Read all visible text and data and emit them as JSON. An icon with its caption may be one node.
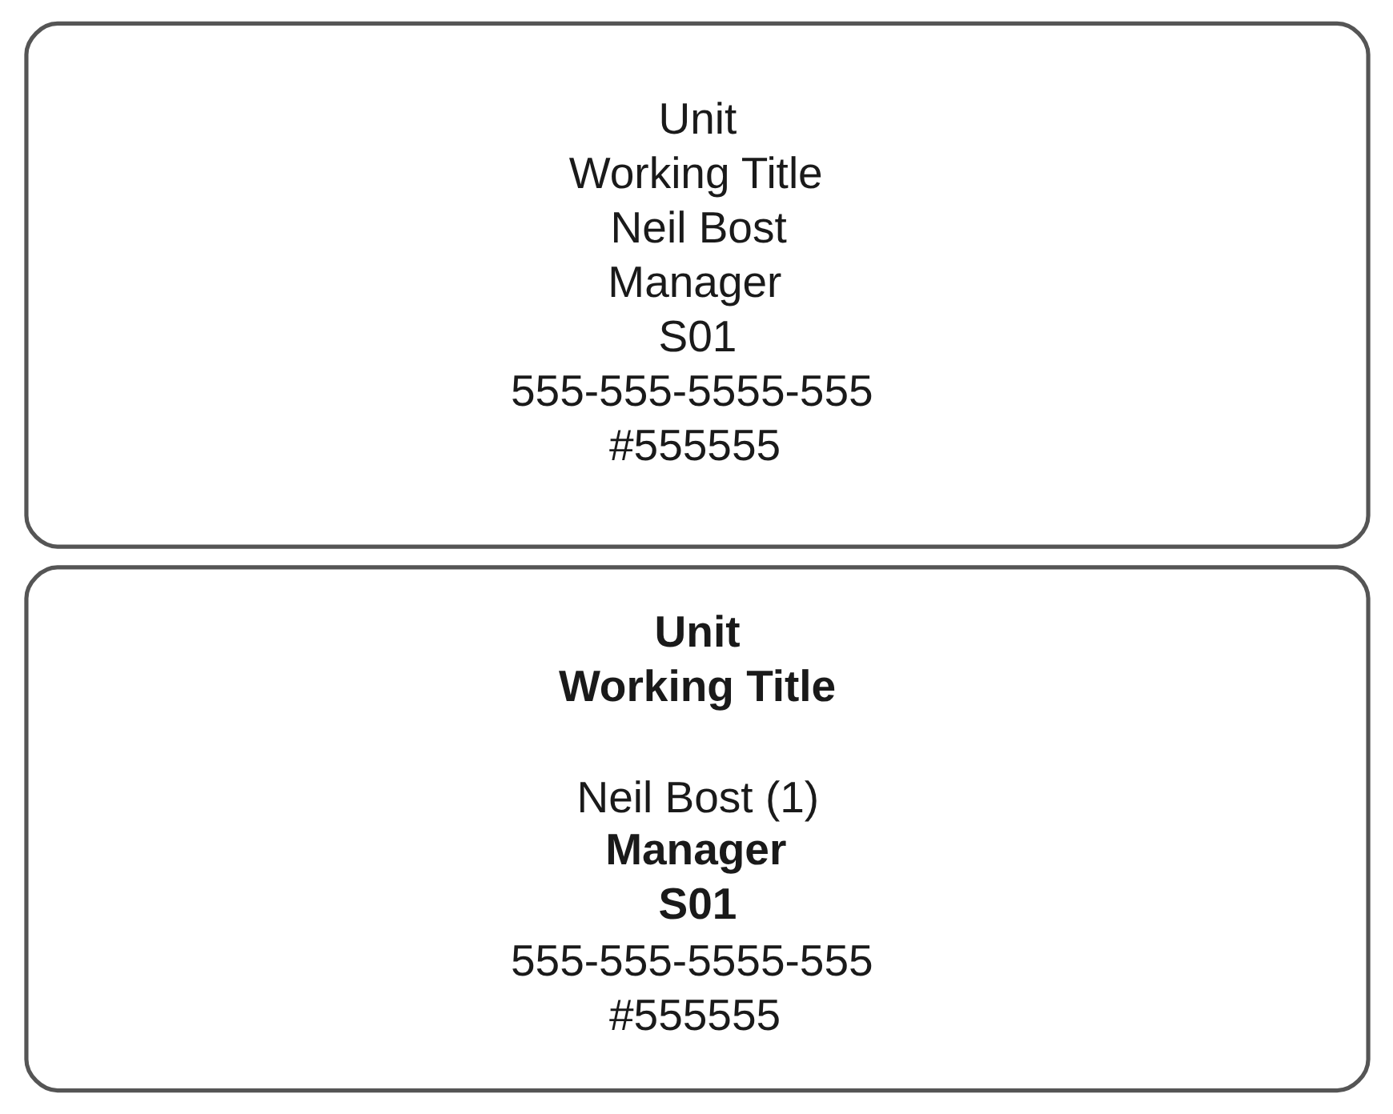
{
  "diagram": {
    "nodes": [
      {
        "text": [
          "Unit",
          "Working Title",
          "Neil Bost",
          "Manager",
          "S01",
          "555-555-5555-555",
          "#555555"
        ]
      },
      {
        "text": [
          "Unit",
          "Working Title",
          "Neil Bost (1)",
          "Manager",
          "S01",
          "555-555-5555-555",
          "#555555"
        ]
      }
    ]
  }
}
